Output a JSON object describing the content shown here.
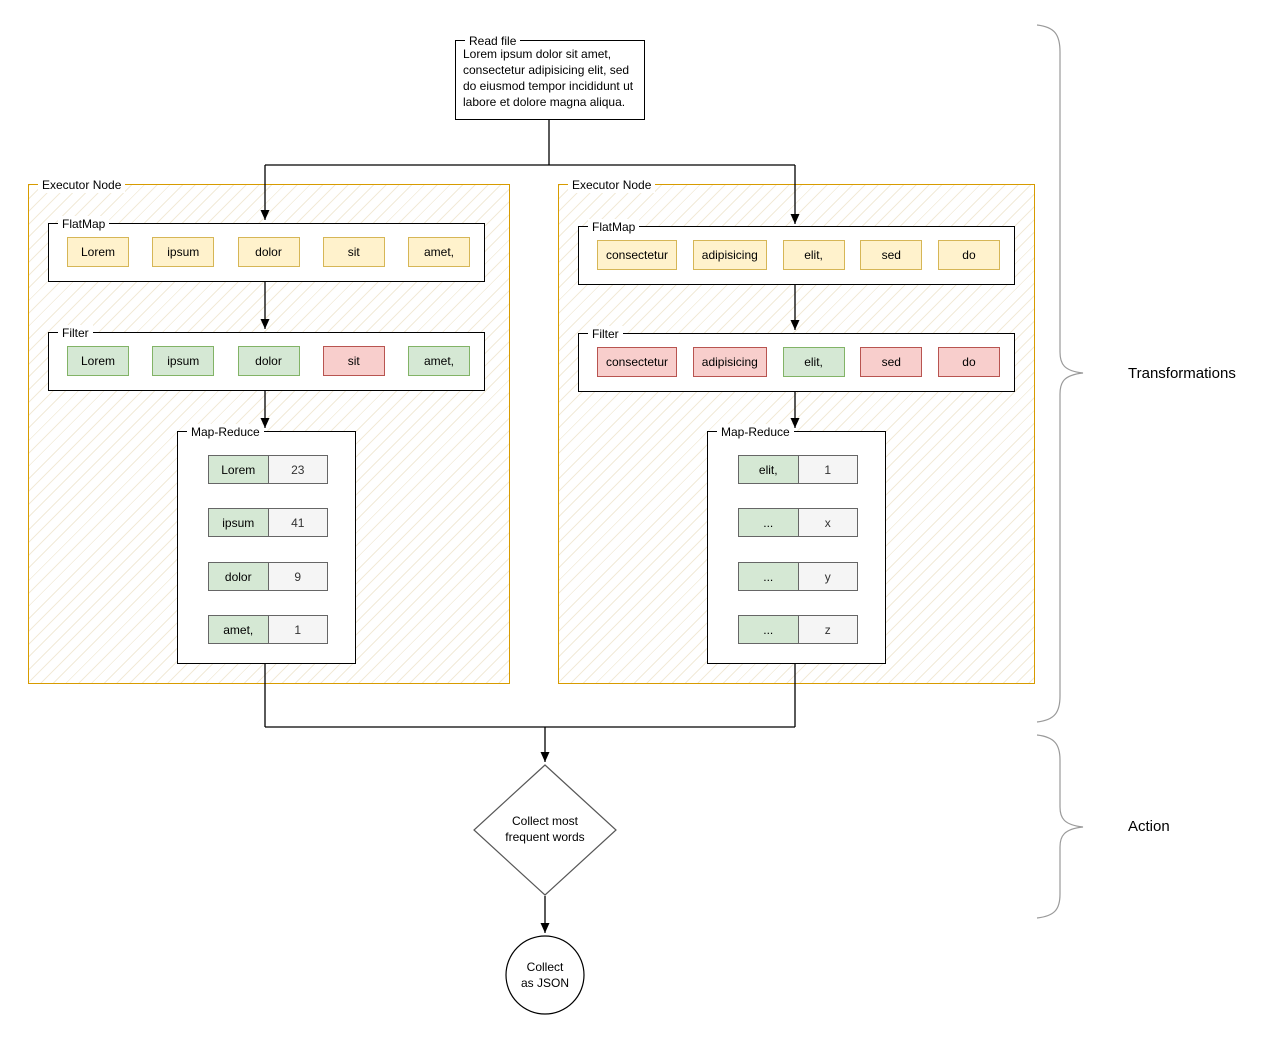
{
  "diagram": {
    "read_file": {
      "label": "Read file",
      "lines": [
        "Lorem ipsum dolor sit amet,",
        "consectetur adipisicing elit, sed",
        "do eiusmod tempor incididunt ut",
        "labore et dolore magna aliqua."
      ]
    },
    "executors": [
      {
        "label": "Executor Node",
        "flatmap": {
          "label": "FlatMap",
          "chips": [
            {
              "text": "Lorem",
              "state": "kept"
            },
            {
              "text": "ipsum",
              "state": "kept"
            },
            {
              "text": "dolor",
              "state": "kept"
            },
            {
              "text": "sit",
              "state": "kept"
            },
            {
              "text": "amet,",
              "state": "kept"
            }
          ]
        },
        "filter": {
          "label": "Filter",
          "chips": [
            {
              "text": "Lorem",
              "state": "kept"
            },
            {
              "text": "ipsum",
              "state": "kept"
            },
            {
              "text": "dolor",
              "state": "kept"
            },
            {
              "text": "sit",
              "state": "removed"
            },
            {
              "text": "amet,",
              "state": "kept"
            }
          ]
        },
        "mapreduce": {
          "label": "Map-Reduce",
          "rows": [
            {
              "key": "Lorem",
              "value": "23"
            },
            {
              "key": "ipsum",
              "value": "41"
            },
            {
              "key": "dolor",
              "value": "9"
            },
            {
              "key": "amet,",
              "value": "1"
            }
          ]
        }
      },
      {
        "label": "Executor Node",
        "flatmap": {
          "label": "FlatMap",
          "chips": [
            {
              "text": "consectetur",
              "state": "kept"
            },
            {
              "text": "adipisicing",
              "state": "kept"
            },
            {
              "text": "elit,",
              "state": "kept"
            },
            {
              "text": "sed",
              "state": "kept"
            },
            {
              "text": "do",
              "state": "kept"
            }
          ]
        },
        "filter": {
          "label": "Filter",
          "chips": [
            {
              "text": "consectetur",
              "state": "removed"
            },
            {
              "text": "adipisicing",
              "state": "removed"
            },
            {
              "text": "elit,",
              "state": "kept"
            },
            {
              "text": "sed",
              "state": "removed"
            },
            {
              "text": "do",
              "state": "removed"
            }
          ]
        },
        "mapreduce": {
          "label": "Map-Reduce",
          "rows": [
            {
              "key": "elit,",
              "value": "1"
            },
            {
              "key": "...",
              "value": "x"
            },
            {
              "key": "...",
              "value": "y"
            },
            {
              "key": "...",
              "value": "z"
            }
          ]
        }
      }
    ],
    "action_diamond": {
      "lines": [
        "Collect most",
        "frequent words"
      ]
    },
    "terminal_circle": {
      "lines": [
        "Collect",
        "as JSON"
      ]
    },
    "braces": [
      {
        "label": "Transformations"
      },
      {
        "label": "Action"
      }
    ],
    "colors": {
      "chip_yellow_fill": "#fff2cc",
      "chip_yellow_border": "#d6b656",
      "chip_green_fill": "#d5e8d4",
      "chip_green_border": "#82b366",
      "chip_red_fill": "#f8cecc",
      "chip_red_border": "#b85450",
      "executor_border": "#d79b00",
      "value_cell_fill": "#f5f5f5",
      "cell_border": "#666666",
      "connector": "#000000",
      "brace": "#999999"
    }
  }
}
